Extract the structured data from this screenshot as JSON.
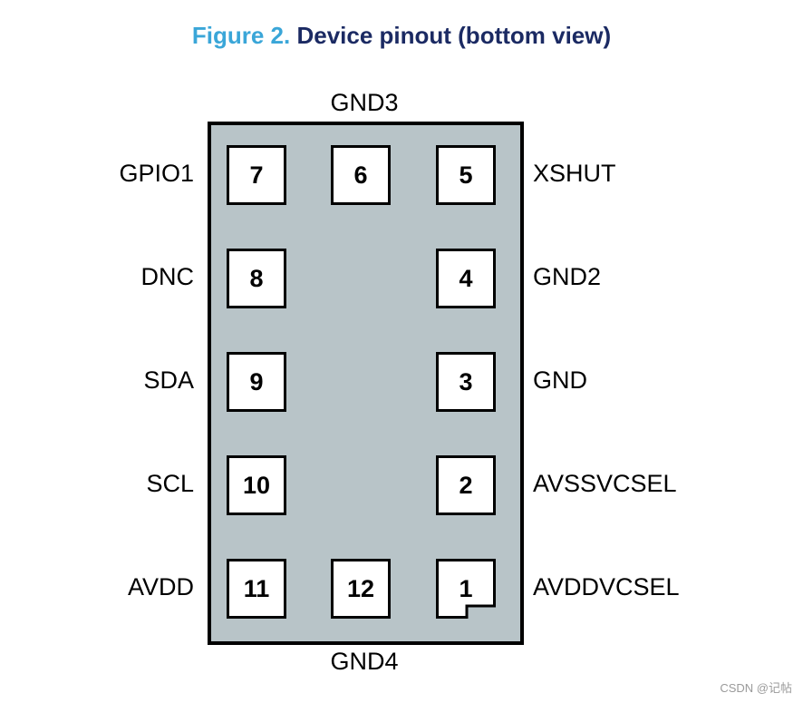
{
  "figure": {
    "number": "Figure 2.",
    "title": "Device pinout (bottom view)",
    "number_color": "#3aa6d8",
    "title_color": "#1b2a63"
  },
  "package_color": "#b8c4c8",
  "pins": {
    "p1": "1",
    "p2": "2",
    "p3": "3",
    "p4": "4",
    "p5": "5",
    "p6": "6",
    "p7": "7",
    "p8": "8",
    "p9": "9",
    "p10": "10",
    "p11": "11",
    "p12": "12"
  },
  "signals": {
    "top": "GND3",
    "bottom": "GND4",
    "left_row1": "GPIO1",
    "left_row2": "DNC",
    "left_row3": "SDA",
    "left_row4": "SCL",
    "left_row5": "AVDD",
    "right_row1": "XSHUT",
    "right_row2": "GND2",
    "right_row3": "GND",
    "right_row4": "AVSSVCSEL",
    "right_row5": "AVDDVCSEL"
  },
  "watermark": "CSDN @记帖"
}
